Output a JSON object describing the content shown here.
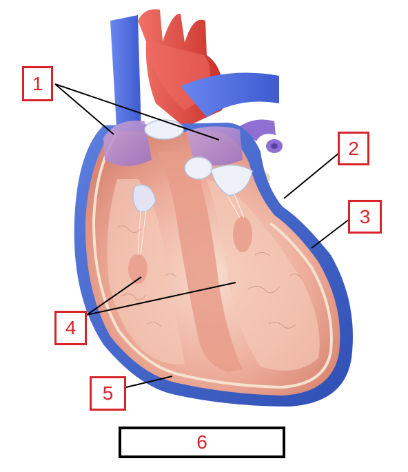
{
  "labels": {
    "l1": "1",
    "l2": "2",
    "l3": "3",
    "l4": "4",
    "l5": "5"
  },
  "answer_box": "6",
  "colors": {
    "label_red": "#d9232b",
    "pericardium_blue": "#3f63c4",
    "myocardium_pink": "#eea898",
    "endocardium_cream": "#f5e3cf",
    "aorta_red": "#e2483f",
    "vein_blue": "#4f6ee0",
    "valve_white": "#eef0f8",
    "leader_line": "#000000"
  }
}
